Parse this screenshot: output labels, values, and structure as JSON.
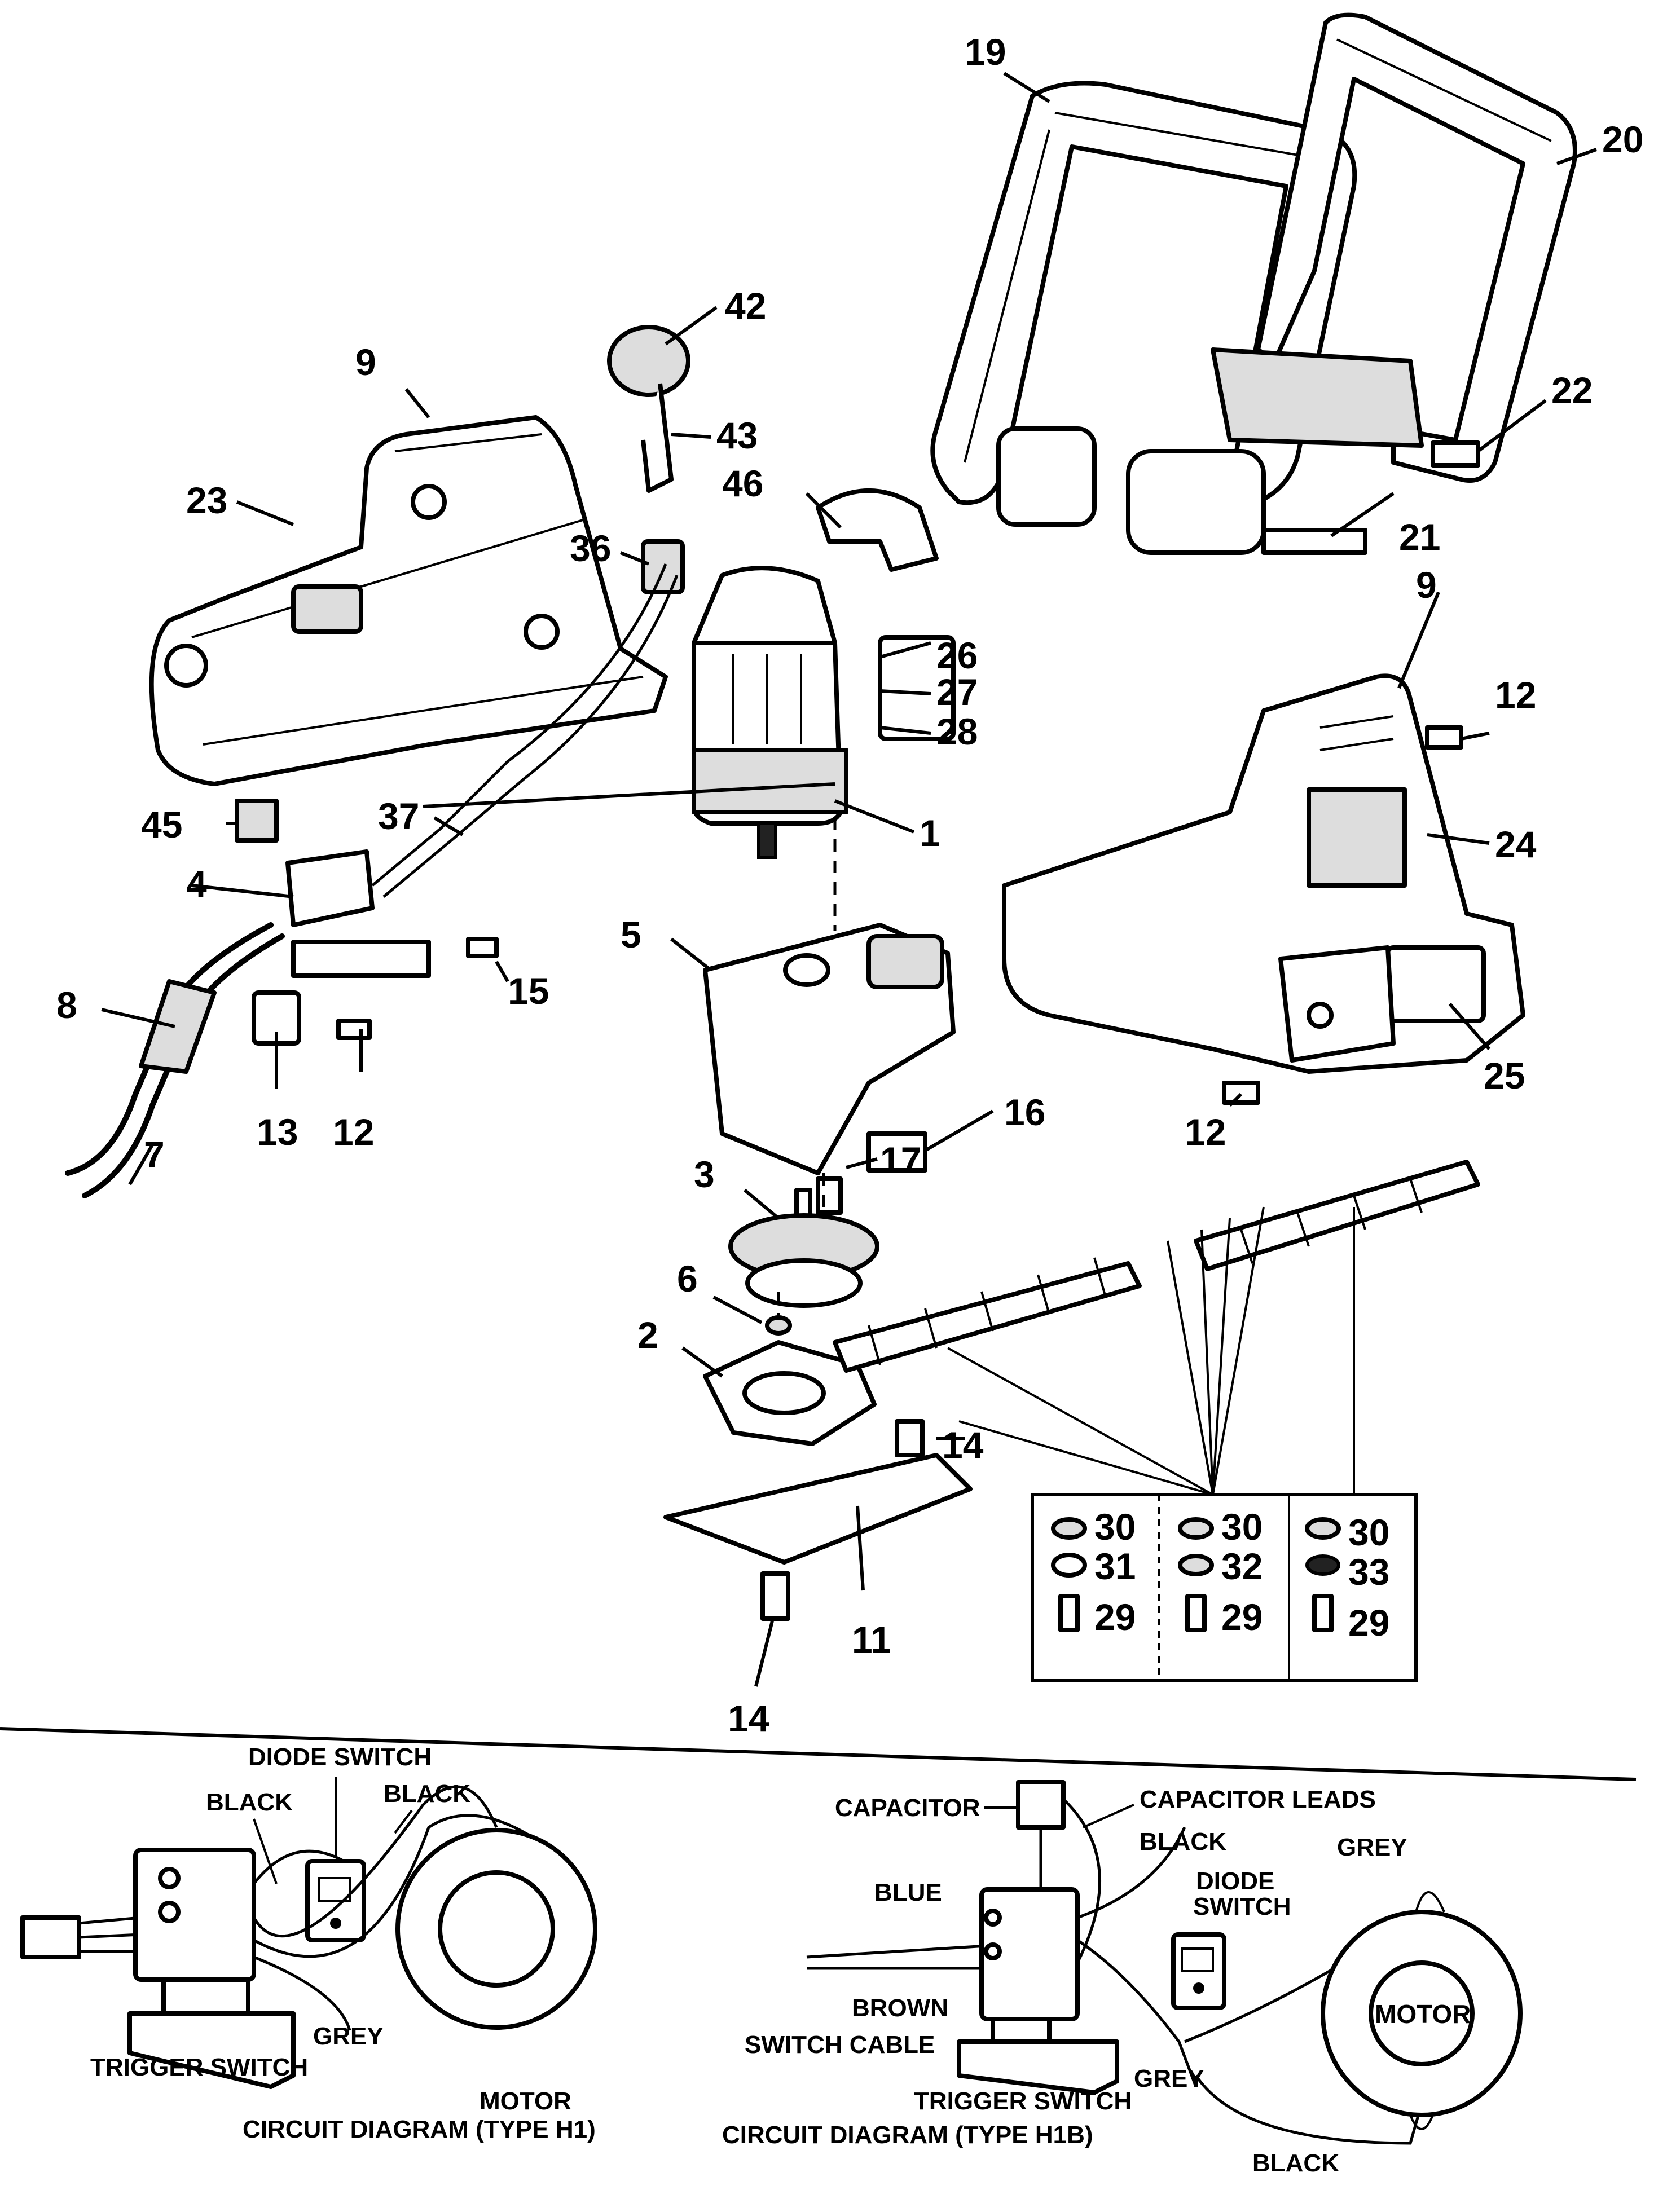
{
  "part_numbers": {
    "p1": "1",
    "p2": "2",
    "p3": "3",
    "p4": "4",
    "p5": "5",
    "p6": "6",
    "p7": "7",
    "p8": "8",
    "p9a": "9",
    "p9b": "9",
    "p11": "11",
    "p12a": "12",
    "p12b": "12",
    "p12c": "12",
    "p13": "13",
    "p14a": "14",
    "p14b": "14",
    "p15": "15",
    "p16": "16",
    "p17": "17",
    "p19": "19",
    "p20": "20",
    "p21": "21",
    "p22": "22",
    "p23": "23",
    "p24": "24",
    "p25": "25",
    "p26": "26",
    "p27": "27",
    "p28": "28",
    "p36": "36",
    "p37": "37",
    "p42": "42",
    "p43": "43",
    "p45": "45",
    "p46": "46"
  },
  "kit_table": {
    "col1": [
      "30",
      "31",
      "29"
    ],
    "col2": [
      "30",
      "32",
      "29"
    ],
    "col3": [
      "30",
      "33",
      "29"
    ]
  },
  "circuit_h1": {
    "title": "CIRCUIT DIAGRAM (TYPE H1)",
    "diode_switch": "DIODE SWITCH",
    "black_left": "BLACK",
    "black_right": "BLACK",
    "grey": "GREY",
    "trigger_switch": "TRIGGER SWITCH",
    "motor": "MOTOR"
  },
  "circuit_h1b": {
    "title": "CIRCUIT DIAGRAM (TYPE H1B)",
    "capacitor": "CAPACITOR",
    "capacitor_leads": "CAPACITOR  LEADS",
    "black_top": "BLACK",
    "grey_top": "GREY",
    "diode_switch_1": "DIODE",
    "diode_switch_2": "SWITCH",
    "blue": "BLUE",
    "brown": "BROWN",
    "switch_cable": "SWITCH CABLE",
    "trigger_switch": "TRIGGER SWITCH",
    "grey_bottom": "GREY",
    "black_bottom": "BLACK",
    "motor": "MOTOR"
  }
}
